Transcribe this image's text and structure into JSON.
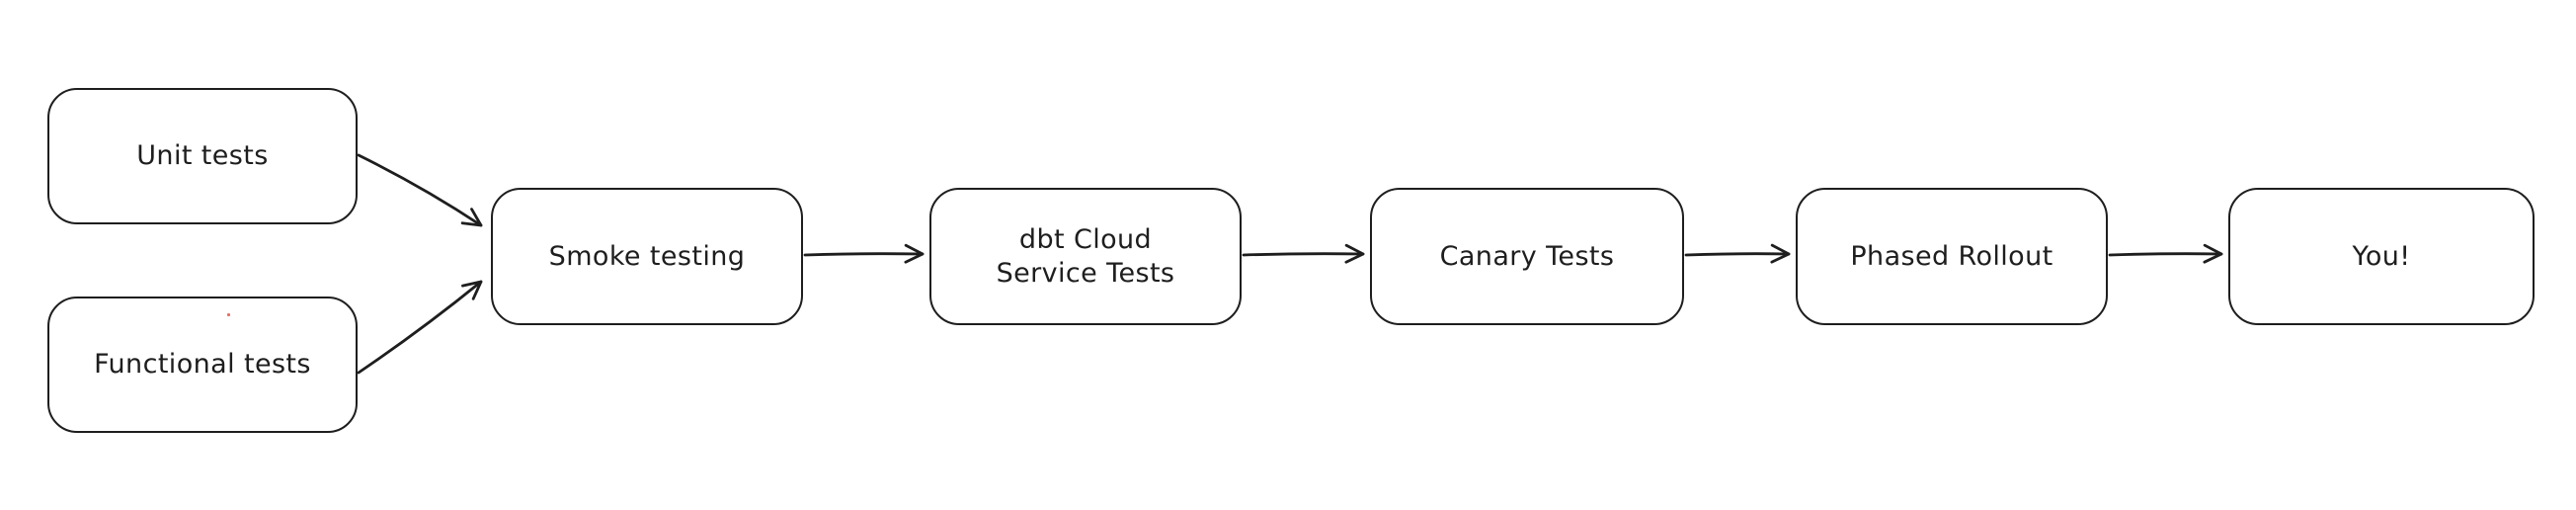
{
  "diagram": {
    "type": "flowchart",
    "style": "excalidraw-hand-drawn",
    "background_color": "#ffffff",
    "stroke_color": "#1e1e1e",
    "node_fill_color": "#ffffff",
    "artifact_dot_color": "#e0564a",
    "nodes": [
      {
        "id": "unit-tests",
        "label": "Unit tests"
      },
      {
        "id": "functional-tests",
        "label": "Functional tests"
      },
      {
        "id": "smoke-testing",
        "label": "Smoke testing"
      },
      {
        "id": "dbt-cloud-service-tests",
        "label": "dbt Cloud\nService Tests"
      },
      {
        "id": "canary-tests",
        "label": "Canary Tests"
      },
      {
        "id": "phased-rollout",
        "label": "Phased Rollout"
      },
      {
        "id": "you",
        "label": "You!"
      }
    ],
    "edges": [
      {
        "from": "unit-tests",
        "to": "smoke-testing"
      },
      {
        "from": "functional-tests",
        "to": "smoke-testing"
      },
      {
        "from": "smoke-testing",
        "to": "dbt-cloud-service-tests"
      },
      {
        "from": "dbt-cloud-service-tests",
        "to": "canary-tests"
      },
      {
        "from": "canary-tests",
        "to": "phased-rollout"
      },
      {
        "from": "phased-rollout",
        "to": "you"
      }
    ]
  }
}
